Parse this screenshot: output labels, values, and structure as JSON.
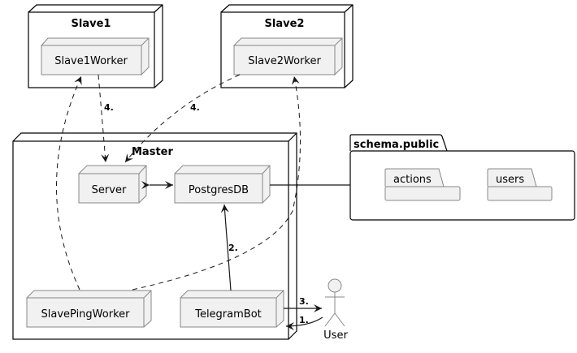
{
  "nodes": {
    "slave1": {
      "title": "Slave1",
      "worker": "Slave1Worker"
    },
    "slave2": {
      "title": "Slave2",
      "worker": "Slave2Worker"
    },
    "master": {
      "title": "Master",
      "server": "Server",
      "db": "PostgresDB",
      "ping_worker": "SlavePingWorker",
      "bot": "TelegramBot"
    },
    "schema": {
      "title": "schema.public",
      "tables": [
        "actions",
        "users"
      ]
    },
    "actor": {
      "label": "User"
    }
  },
  "edges": {
    "user_to_bot": "1.",
    "bot_to_db": "2.",
    "bot_to_user": "3.",
    "slave1_to_server": "4.",
    "slave2_to_server": "4."
  },
  "colors": {
    "node_fill": "#f1f1f1",
    "node_stroke": "#888888",
    "frame_stroke": "#000000",
    "line": "#181818"
  }
}
